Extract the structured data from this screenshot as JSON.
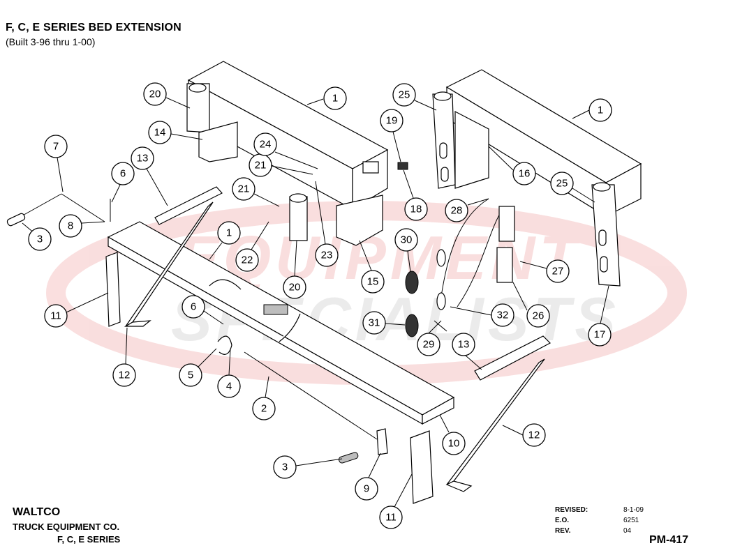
{
  "header": {
    "title": "F, C, E SERIES BED EXTENSION",
    "subtitle": "(Built 3-96 thru 1-00)"
  },
  "watermark": {
    "line1": "EQUIPMENT",
    "line2": "SPECIALISTS",
    "color": "#e03a3a"
  },
  "callouts": [
    {
      "n": "1"
    },
    {
      "n": "1"
    },
    {
      "n": "1"
    },
    {
      "n": "2"
    },
    {
      "n": "3"
    },
    {
      "n": "3"
    },
    {
      "n": "4"
    },
    {
      "n": "5"
    },
    {
      "n": "6"
    },
    {
      "n": "6"
    },
    {
      "n": "7"
    },
    {
      "n": "8"
    },
    {
      "n": "9"
    },
    {
      "n": "10"
    },
    {
      "n": "11"
    },
    {
      "n": "11"
    },
    {
      "n": "12"
    },
    {
      "n": "12"
    },
    {
      "n": "13"
    },
    {
      "n": "13"
    },
    {
      "n": "14"
    },
    {
      "n": "15"
    },
    {
      "n": "16"
    },
    {
      "n": "17"
    },
    {
      "n": "18"
    },
    {
      "n": "19"
    },
    {
      "n": "20"
    },
    {
      "n": "20"
    },
    {
      "n": "21"
    },
    {
      "n": "21"
    },
    {
      "n": "22"
    },
    {
      "n": "23"
    },
    {
      "n": "24"
    },
    {
      "n": "25"
    },
    {
      "n": "25"
    },
    {
      "n": "26"
    },
    {
      "n": "27"
    },
    {
      "n": "28"
    },
    {
      "n": "29"
    },
    {
      "n": "30"
    },
    {
      "n": "31"
    },
    {
      "n": "32"
    }
  ],
  "footer": {
    "brand": "WALTCO",
    "company": "TRUCK EQUIPMENT CO.",
    "series": "F, C, E SERIES",
    "revised_label": "REVISED:",
    "revised_value": "8-1-09",
    "eo_label": "E.O.",
    "eo_value": "6251",
    "rev_label": "REV.",
    "rev_value": "04",
    "doc_id": "PM-417"
  }
}
